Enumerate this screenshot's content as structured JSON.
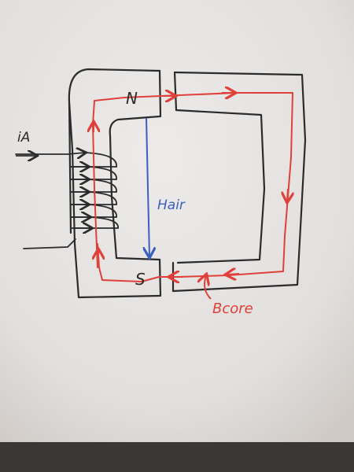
{
  "labels": {
    "north": "N",
    "south": "S",
    "current": "iA",
    "h_air": "Hair",
    "b_core": "Bcore"
  },
  "colors": {
    "paper": "#e6e3e1",
    "ink": "#2b2b2b",
    "flux_line": "#e0403a",
    "h_field": "#3b5fbf",
    "background": "#3a3835"
  }
}
